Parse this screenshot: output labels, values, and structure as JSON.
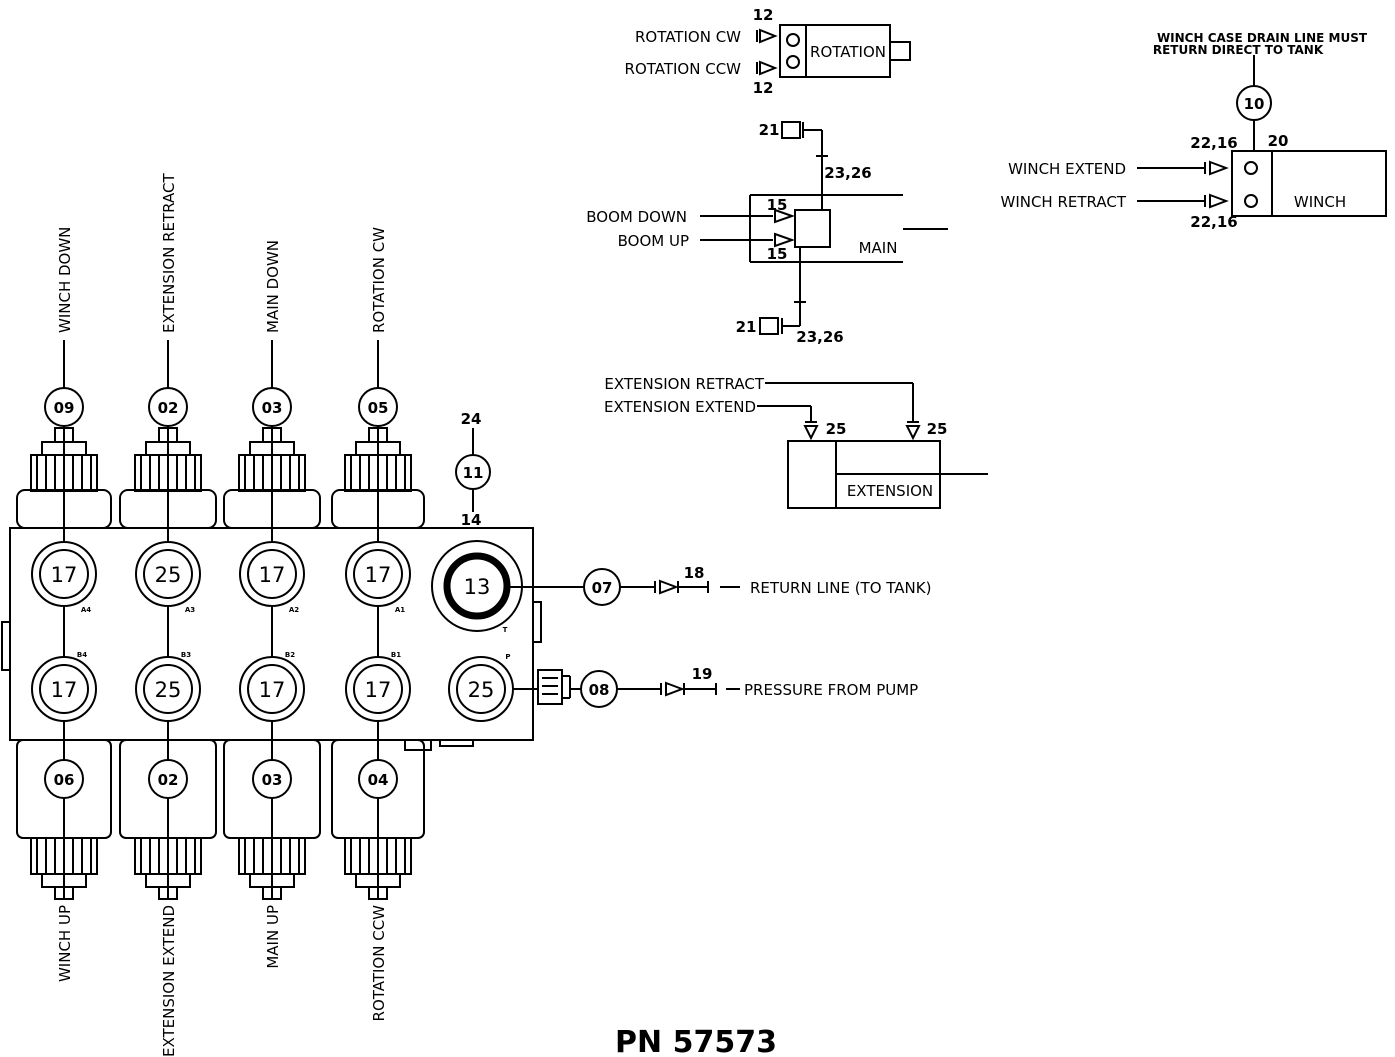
{
  "part_number": "PN 57573",
  "valve_bank": {
    "top_labels": [
      "WINCH DOWN",
      "EXTENSION RETRACT",
      "MAIN DOWN",
      "ROTATION CW"
    ],
    "bottom_labels": [
      "WINCH UP",
      "EXTENSION EXTEND",
      "MAIN UP",
      "ROTATION CCW"
    ],
    "top_callouts": [
      "09",
      "02",
      "03",
      "05"
    ],
    "bottom_callouts": [
      "06",
      "02",
      "03",
      "04"
    ],
    "top_ports": [
      "17",
      "25",
      "17",
      "17"
    ],
    "bottom_ports": [
      "17",
      "25",
      "17",
      "17"
    ],
    "top_port_tags": [
      "A4",
      "A3",
      "A2",
      "A1"
    ],
    "bottom_port_tags": [
      "B4",
      "B3",
      "B2",
      "B1"
    ],
    "tank_port": "13",
    "tank_tag": "T",
    "pressure_port": "25",
    "pressure_tag": "P",
    "relief_callout": "11",
    "relief_top_num": "24",
    "relief_bottom_num": "14"
  },
  "return_line": {
    "callout": "07",
    "num": "18",
    "label": "RETURN LINE (TO TANK)"
  },
  "pressure_line": {
    "callout": "08",
    "num": "19",
    "label": "PRESSURE FROM PUMP"
  },
  "rotation": {
    "title": "ROTATION",
    "cw_label": "ROTATION CW",
    "ccw_label": "ROTATION CCW",
    "num_top": "12",
    "num_bottom": "12"
  },
  "main": {
    "title": "MAIN",
    "boom_down": "BOOM DOWN",
    "boom_up": "BOOM UP",
    "num_15_top": "15",
    "num_15_bottom": "15",
    "num_21_top": "21",
    "num_21_bottom": "21",
    "num_2326_top": "23,26",
    "num_2326_bottom": "23,26"
  },
  "extension": {
    "title": "EXTENSION",
    "retract_label": "EXTENSION RETRACT",
    "extend_label": "EXTENSION EXTEND",
    "num_left": "25",
    "num_right": "25"
  },
  "winch": {
    "title": "WINCH",
    "note_line1": "WINCH CASE DRAIN LINE MUST",
    "note_line2": "RETURN DIRECT TO TANK",
    "callout": "10",
    "extend_label": "WINCH EXTEND",
    "retract_label": "WINCH RETRACT",
    "num_top_left": "22,16",
    "num_top_right": "20",
    "num_bottom": "22,16"
  }
}
